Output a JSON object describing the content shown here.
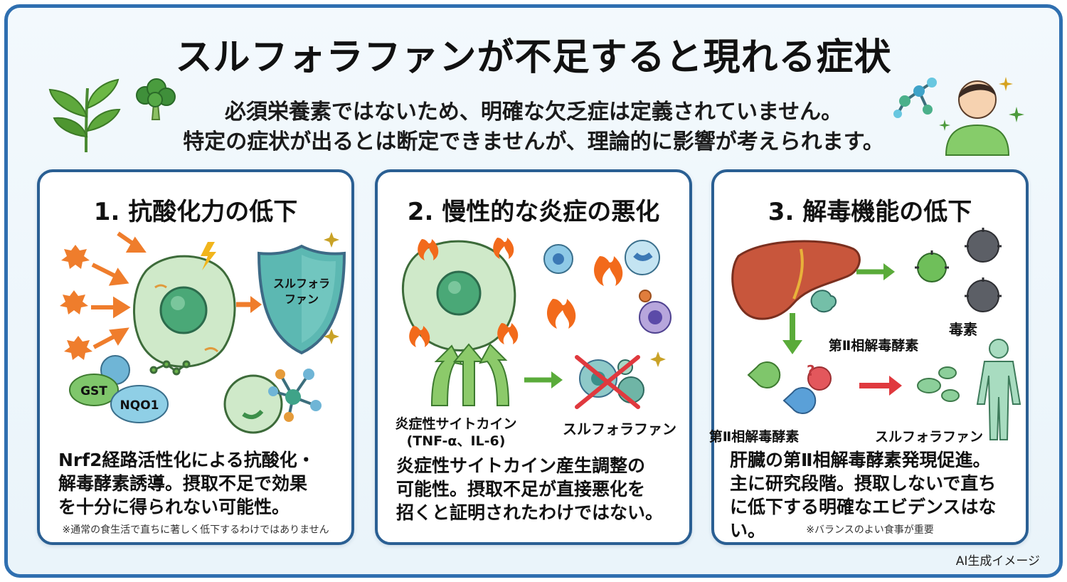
{
  "title": "スルフォラファンが不足すると現れる症状",
  "subtitle_line1": "必須栄養素ではないため、明確な欠乏症は定義されていません。",
  "subtitle_line2": "特定の症状が出るとは断定できませんが、理論的に影響が考えられます。",
  "cards": [
    {
      "heading": "1. 抗酸化力の低下",
      "shield_label_line1": "スルフォラ",
      "shield_label_line2": "ファン",
      "enzyme_1": "GST",
      "enzyme_2": "NQO1",
      "body_line1": "Nrf2経路活性化による抗酸化・",
      "body_line2": "解毒酵素誘導。摂取不足で効果",
      "body_line3": "を十分に得られない可能性。",
      "note": "※通常の食生活で直ちに著しく低下するわけではありません"
    },
    {
      "heading": "2. 慢性的な炎症の悪化",
      "cytokine_label_line1": "炎症性サイトカイン",
      "cytokine_label_line2": "(TNF-α、IL-6)",
      "sulforaphane_label": "スルフォラファン",
      "body_line1": "炎症性サイトカイン産生調整の",
      "body_line2": "可能性。摂取不足が直接悪化を",
      "body_line3": "招くと証明されたわけではない。"
    },
    {
      "heading": "3. 解毒機能の低下",
      "toxin_label": "毒素",
      "phase2_label_a": "第Ⅱ相解毒酵素",
      "phase2_label_b": "第Ⅱ相解毒酵素",
      "sulforaphane_label": "スルフォラファン",
      "body_line1": "肝臓の第Ⅱ相解毒酵素発現促進。",
      "body_line2": "主に研究段階。摂取しないで直ち",
      "body_line3": "に低下する明確なエビデンスはない。",
      "note": "※バランスのよい食事が重要"
    }
  ],
  "footer": "AI生成イメージ",
  "colors": {
    "frame": "#2f6fb0",
    "card_border": "#2a5f93",
    "cell": "#a9d8b8",
    "nucleus": "#3d9a6e",
    "arrow_orange": "#ef7d2c",
    "arrow_green": "#5aab3a",
    "arrow_red": "#e0393e",
    "liver": "#c0503a",
    "shield": "#4aa3a0"
  },
  "icons": [
    "leaf-icon",
    "broccoli-icon",
    "molecule-icon",
    "person-icon",
    "sparkle-icon",
    "fire-icon",
    "virus-icon",
    "liver-icon",
    "human-silhouette-icon",
    "shield-icon",
    "cross-icon"
  ]
}
